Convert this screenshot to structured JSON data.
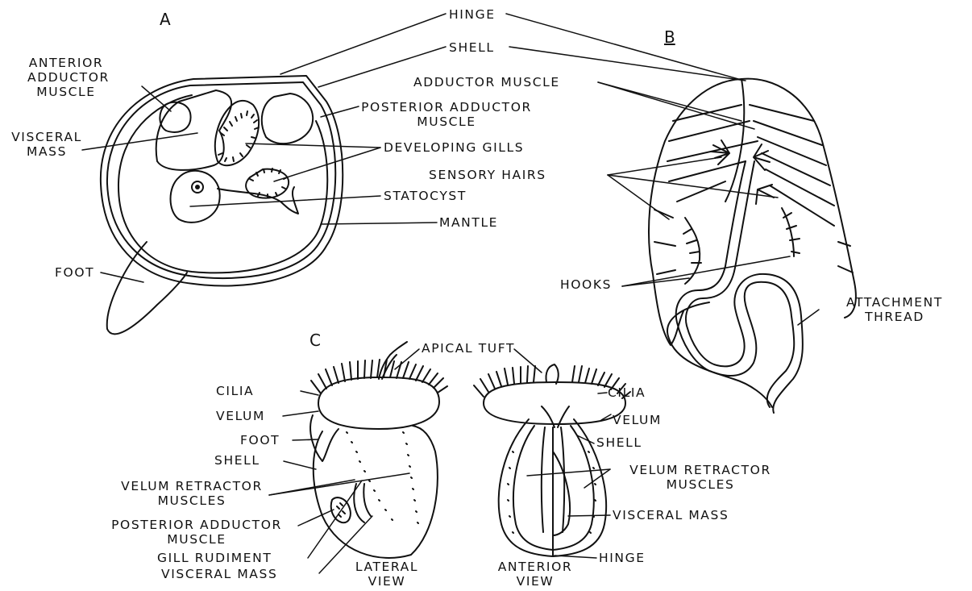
{
  "panels": {
    "a": "A",
    "b": "B",
    "c": "C"
  },
  "panel_a": {
    "hinge": "HINGE",
    "shell": "SHELL",
    "anterior_adductor_muscle": [
      "ANTERIOR",
      "ADDUCTOR",
      "MUSCLE"
    ],
    "visceral_mass": [
      "VISCERAL",
      "MASS"
    ],
    "posterior_adductor_muscle": [
      "POSTERIOR ADDUCTOR",
      "MUSCLE"
    ],
    "developing_gills": "DEVELOPING GILLS",
    "statocyst": "STATOCYST",
    "mantle": "MANTLE",
    "foot": "FOOT"
  },
  "panel_b": {
    "adductor_muscle": "ADDUCTOR MUSCLE",
    "sensory_hairs": "SENSORY HAIRS",
    "hooks": "HOOKS",
    "attachment_thread": [
      "ATTACHMENT",
      "THREAD"
    ]
  },
  "panel_c": {
    "apical_tuft": "APICAL TUFT",
    "lateral": {
      "cilia": "CILIA",
      "velum": "VELUM",
      "foot": "FOOT",
      "shell": "SHELL",
      "velum_retractor_muscles": [
        "VELUM RETRACTOR",
        "MUSCLES"
      ],
      "posterior_adductor_muscle": [
        "POSTERIOR ADDUCTOR",
        "MUSCLE"
      ],
      "gill_rudiment": "GILL RUDIMENT",
      "visceral_mass": "VISCERAL MASS",
      "view_title": [
        "LATERAL",
        "VIEW"
      ]
    },
    "anterior": {
      "cilia": "CILIA",
      "velum": "VELUM",
      "shell": "SHELL",
      "velum_retractor_muscles": [
        "VELUM RETRACTOR",
        "MUSCLES"
      ],
      "visceral_mass": "VISCERAL MASS",
      "hinge": "HINGE",
      "view_title": [
        "ANTERIOR",
        "VIEW"
      ]
    }
  }
}
